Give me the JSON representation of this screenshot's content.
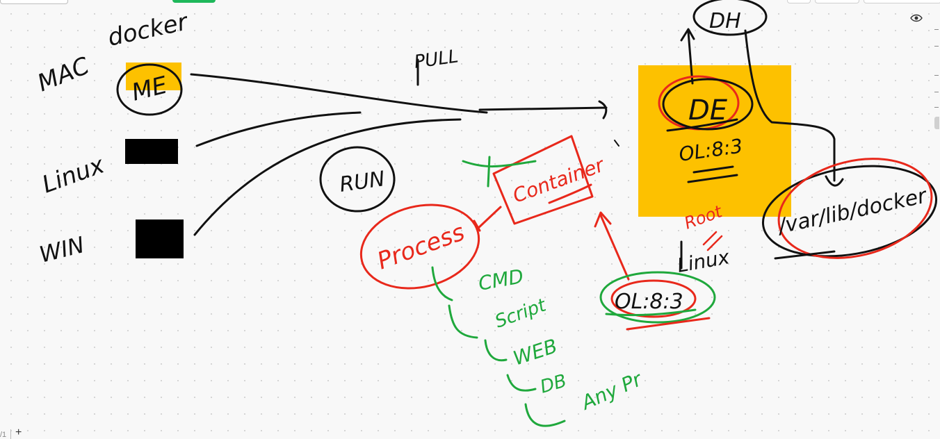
{
  "toolbar": {
    "tabs": [
      "",
      ""
    ]
  },
  "view": {
    "eye_icon": "eye-icon"
  },
  "page": {
    "indicator": "/1",
    "add_label": "+"
  },
  "colors": {
    "orange": "#FDC100",
    "black": "#000000",
    "red": "#E8281B",
    "green": "#1FA83C",
    "ink": "#111111"
  },
  "sketch": {
    "left_labels": {
      "docker": "docker",
      "mac": "MAC",
      "linux": "Linux",
      "win": "WIN"
    },
    "me": "ME",
    "pull": "PULL",
    "run": "RUN",
    "de": "DE",
    "dh": "DH",
    "image_tag": "OL:8:3",
    "image_tag_bottom": "OL:8:3",
    "container": "Container",
    "process": "Process",
    "root": "Root",
    "linux_right": "Linux",
    "path": "/var/lib/docker",
    "process_list": [
      "CMD",
      "Script",
      "WEB",
      "DB",
      "Any Pr"
    ]
  }
}
